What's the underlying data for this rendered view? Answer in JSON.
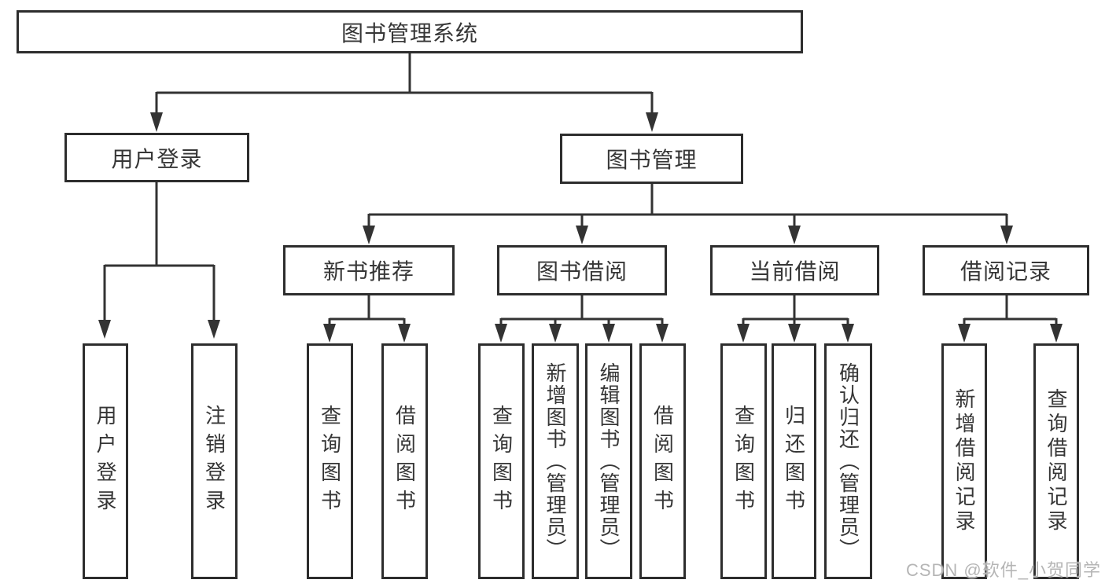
{
  "diagram": {
    "root_label": "图书管理系统",
    "level2": [
      {
        "label": "用户登录"
      },
      {
        "label": "图书管理"
      }
    ],
    "level3": [
      {
        "label": "新书推荐",
        "parent": "图书管理"
      },
      {
        "label": "图书借阅",
        "parent": "图书管理"
      },
      {
        "label": "当前借阅",
        "parent": "图书管理"
      },
      {
        "label": "借阅记录",
        "parent": "图书管理"
      }
    ],
    "leaves": [
      {
        "label": "用户登录",
        "parent": "用户登录"
      },
      {
        "label": "注销登录",
        "parent": "用户登录"
      },
      {
        "label": "查询图书",
        "parent": "新书推荐"
      },
      {
        "label": "借阅图书",
        "parent": "新书推荐"
      },
      {
        "label": "查询图书",
        "parent": "图书借阅"
      },
      {
        "label": "新增图书（管理员）",
        "parent": "图书借阅"
      },
      {
        "label": "编辑图书（管理员）",
        "parent": "图书借阅"
      },
      {
        "label": "借阅图书",
        "parent": "图书借阅"
      },
      {
        "label": "查询图书",
        "parent": "当前借阅"
      },
      {
        "label": "归还图书",
        "parent": "当前借阅"
      },
      {
        "label": "确认归还（管理员）",
        "parent": "当前借阅"
      },
      {
        "label": "新增借阅记录",
        "parent": "借阅记录"
      },
      {
        "label": "查询借阅记录",
        "parent": "借阅记录"
      }
    ]
  },
  "watermark": {
    "text": "CSDN @软件_小贺同学"
  },
  "colors": {
    "background": "#ffffff",
    "box_border": "#2d2d2d",
    "text": "#363636",
    "line": "#333333",
    "watermark": "#b5b5b5"
  }
}
